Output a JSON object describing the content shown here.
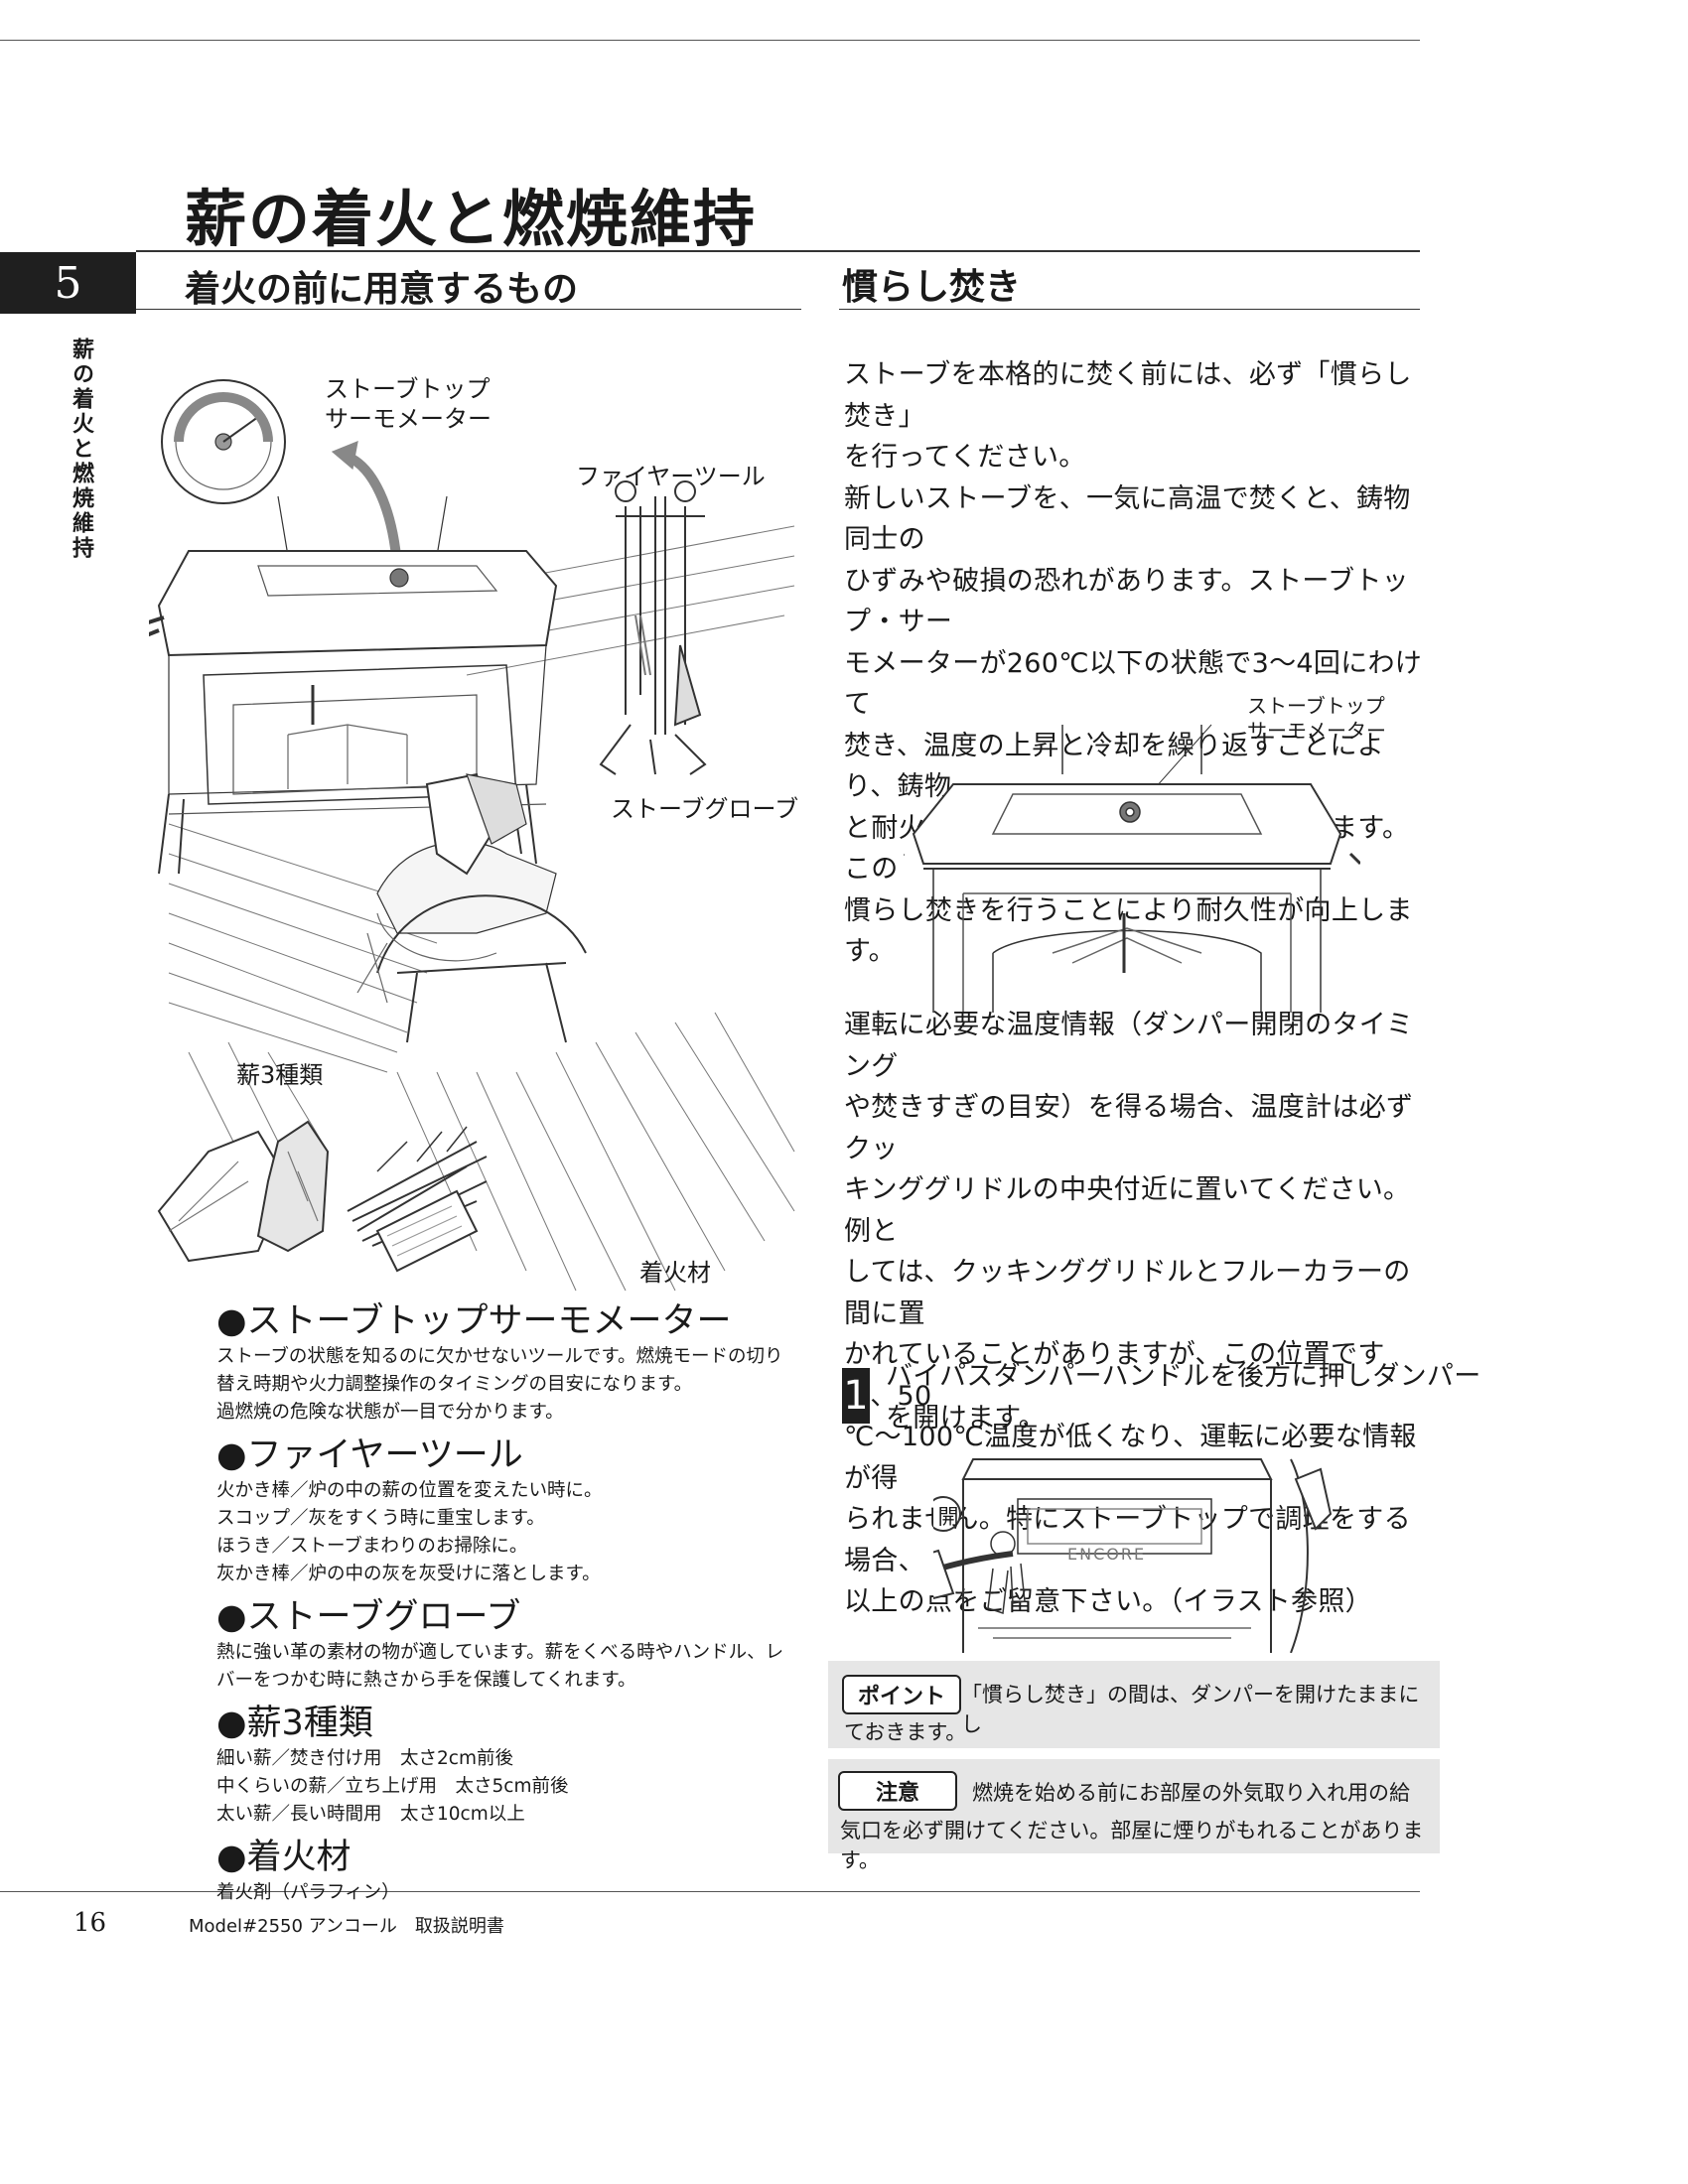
{
  "page_title": "薪の着火と燃焼維持",
  "section": {
    "number": "5",
    "vertical_title": "薪の着火と燃焼維持",
    "left_heading": "着火の前に用意するもの",
    "right_heading": "慣らし焚き"
  },
  "illustration_labels": {
    "thermometer": [
      "ストーブトップ",
      "サーモメーター"
    ],
    "fire_tool": "ファイヤーツール",
    "glove": "ストーブグローブ",
    "firewood": "薪3種類",
    "firestarter": "着火材",
    "right_thermometer": [
      "ストーブトップ",
      "サーモメーター"
    ],
    "open_mark": "開",
    "brand": "ENCORE"
  },
  "items": [
    {
      "heading": "●ストーブトップサーモメーター",
      "lines": [
        "ストーブの状態を知るのに欠かせないツールです。燃焼モードの切り",
        "替え時期や火力調整操作のタイミングの目安になります。",
        "過燃焼の危険な状態が一目で分かります。"
      ]
    },
    {
      "heading": "●ファイヤーツール",
      "lines": [
        "火かき棒／炉の中の薪の位置を変えたい時に。",
        "スコップ／灰をすくう時に重宝します。",
        "ほうき／ストーブまわりのお掃除に。",
        "灰かき棒／炉の中の灰を灰受けに落とします。"
      ]
    },
    {
      "heading": "●ストーブグローブ",
      "lines": [
        "熱に強い革の素材の物が適しています。薪をくべる時やハンドル、レ",
        "バーをつかむ時に熱さから手を保護してくれます。"
      ]
    },
    {
      "heading": "●薪3種類",
      "lines": [
        "細い薪／焚き付け用　太さ2cm前後",
        "中くらいの薪／立ち上げ用　太さ5cm前後",
        "太い薪／長い時間用　太さ10cm以上"
      ]
    },
    {
      "heading": "●着火材",
      "lines": [
        "着火剤（パラフィン）"
      ]
    }
  ],
  "intro_lines": [
    "ストーブを本格的に焚く前には、必ず「慣らし焚き」",
    "を行ってください。",
    "新しいストーブを、一気に高温で焚くと、鋳物同士の",
    "ひずみや破損の恐れがあります。ストーブトップ・サー",
    "モメーターが260℃以下の状態で3～4回にわけて",
    "焚き、温度の上昇と冷却を繰り返すことにより、鋳物",
    "と耐火セメントを馴染ませることができます。この",
    "慣らし焚きを行うことにより耐久性が向上します。"
  ],
  "operation_lines": [
    "運転に必要な温度情報（ダンパー開閉のタイミング",
    "や焚きすぎの目安）を得る場合、温度計は必ずクッ",
    "キンググリドルの中央付近に置いてください。例と",
    "しては、クッキンググリドルとフルーカラーの間に置",
    "かれていることがありますが、この位置ですと、50",
    "℃～100℃温度が低くなり、運転に必要な情報が得",
    "られません。特にストーブトップで調理をする場合、",
    "以上の点をご留意下さい。（イラスト参照）"
  ],
  "step": {
    "number": "1",
    "lines": [
      "バイパスダンパーハンドルを後方に押しダンパー",
      "を開けます。"
    ]
  },
  "point": {
    "tag": "ポイント",
    "line1": "「慣らし焚き」の間は、ダンパーを開けたままにし",
    "line2": "ておきます。"
  },
  "caution": {
    "tag": "注意",
    "line1": "燃焼を始める前にお部屋の外気取り入れ用の給",
    "line2": "気口を必ず開けてください。部屋に煙りがもれることがあります。"
  },
  "footer": {
    "page_number": "16",
    "text": "Model#2550 アンコール　取扱説明書"
  }
}
